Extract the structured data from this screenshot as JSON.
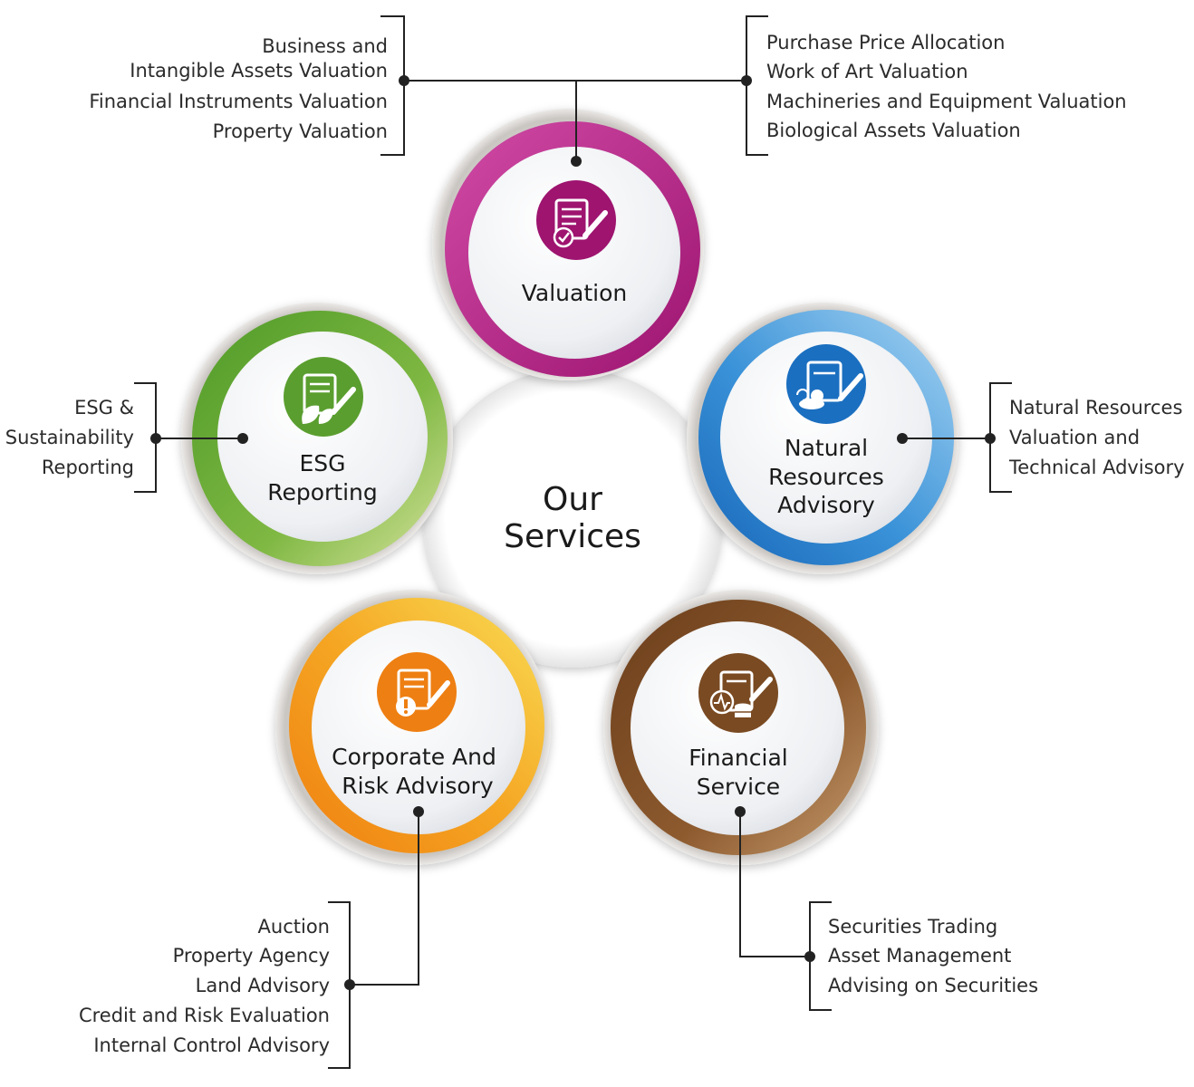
{
  "center": {
    "line1": "Our",
    "line2": "Services"
  },
  "services": [
    {
      "name": "Valuation",
      "label_lines": [
        "Valuation"
      ],
      "icon": "document-check-icon",
      "color": "#b0177a",
      "color_light": "#d14ba6",
      "left_items": [
        "Business and",
        "Intangible Assets Valuation",
        "Financial Instruments Valuation",
        "Property Valuation"
      ],
      "right_items": [
        "Purchase Price Allocation",
        "Work of Art Valuation",
        "Machineries and Equipment Valuation",
        "Biological Assets Valuation"
      ]
    },
    {
      "name": "Natural Resources Advisory",
      "label_lines": [
        "Natural",
        "Resources",
        "Advisory"
      ],
      "icon": "weather-document-icon",
      "color": "#1f78c8",
      "color_light": "#8fc6ee",
      "items": [
        "Natural Resources",
        "Valuation and",
        "Technical Advisory"
      ]
    },
    {
      "name": "Financial Service",
      "label_lines": [
        "Financial",
        "Service"
      ],
      "icon": "finance-document-icon",
      "color": "#7a4a22",
      "color_light": "#b0855a",
      "items": [
        "Securities Trading",
        "Asset Management",
        "Advising on Securities"
      ]
    },
    {
      "name": "Corporate And Risk Advisory",
      "label_lines": [
        "Corporate And",
        "Risk Advisory"
      ],
      "icon": "alert-document-icon",
      "color": "#f08a12",
      "color_light": "#f7cf42",
      "items": [
        "Auction",
        "Property Agency",
        "Land Advisory",
        "Credit and Risk Evaluation",
        "Internal Control Advisory"
      ]
    },
    {
      "name": "ESG Reporting",
      "label_lines": [
        "ESG",
        "Reporting"
      ],
      "icon": "leaf-document-icon",
      "color": "#5fa533",
      "color_light": "#c8dc8a",
      "items": [
        "ESG &",
        "Sustainability",
        "Reporting"
      ]
    }
  ]
}
